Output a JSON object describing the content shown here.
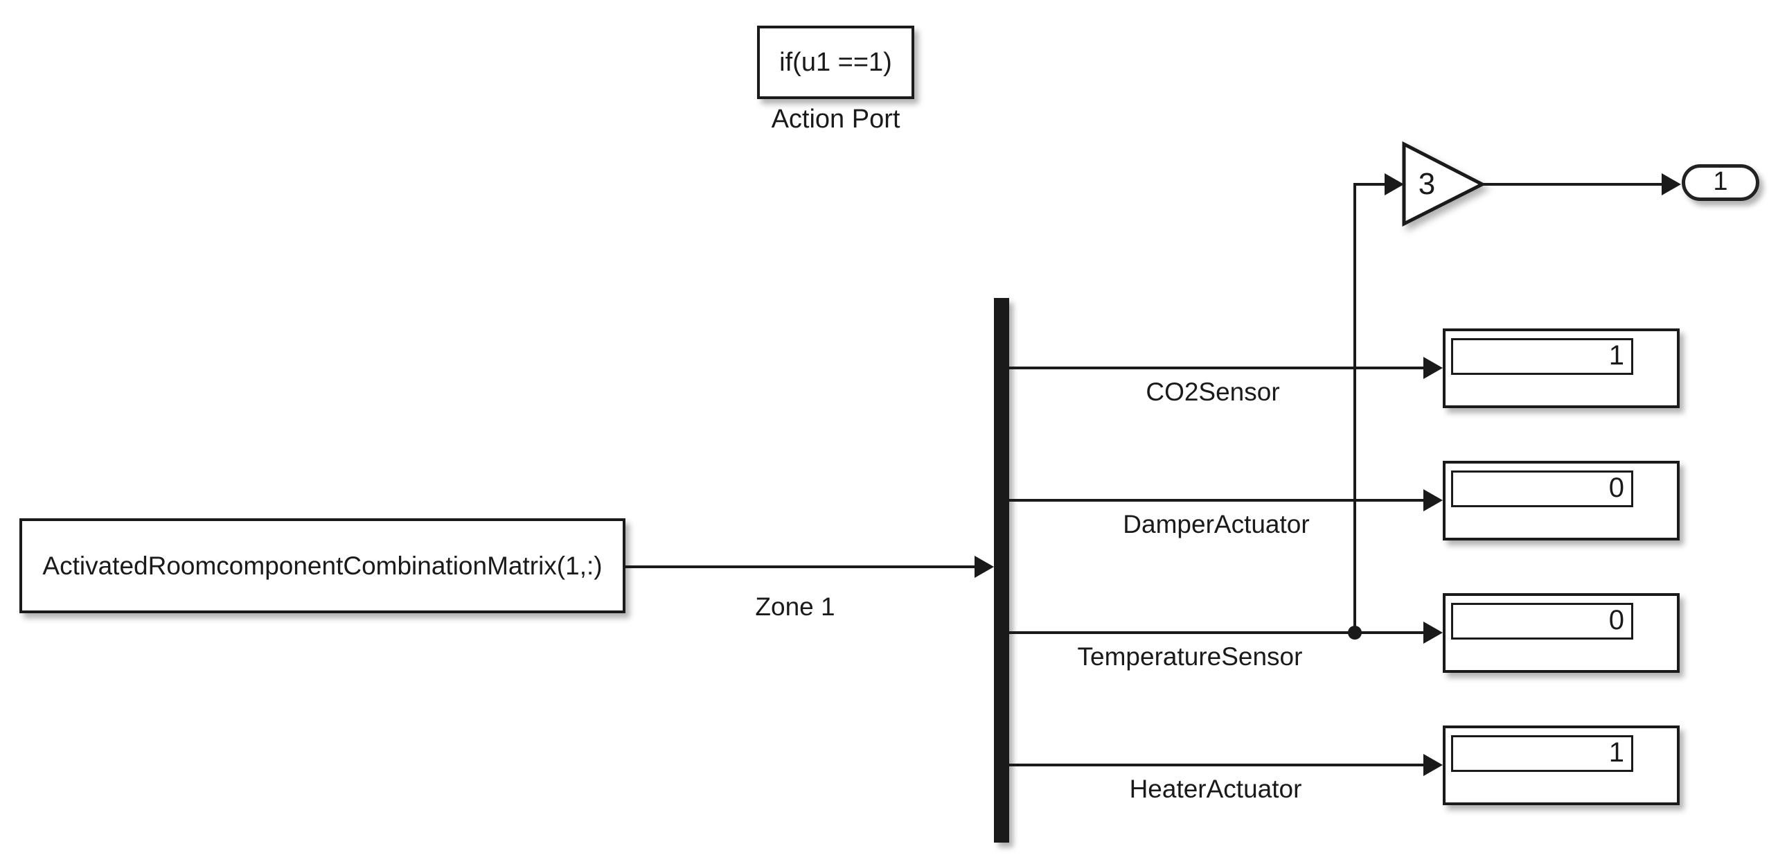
{
  "blocks": {
    "action_port": {
      "expression": "if(u1 ==1)",
      "name": "Action Port"
    },
    "source": {
      "expression": "ActivatedRoomcomponentCombinationMatrix(1,:)"
    },
    "input_signal": {
      "label": "Zone 1"
    },
    "demux": {
      "outputs": [
        {
          "label": "CO2Sensor",
          "display_value": "1"
        },
        {
          "label": "DamperActuator",
          "display_value": "0"
        },
        {
          "label": "TemperatureSensor",
          "display_value": "0"
        },
        {
          "label": "HeaterActuator",
          "display_value": "1"
        }
      ]
    },
    "gain": {
      "value": "3"
    },
    "outport": {
      "number": "1"
    }
  },
  "colors": {
    "stroke": "#1a1a1a",
    "block_fill": "#ffffff",
    "background": "#ffffff"
  }
}
